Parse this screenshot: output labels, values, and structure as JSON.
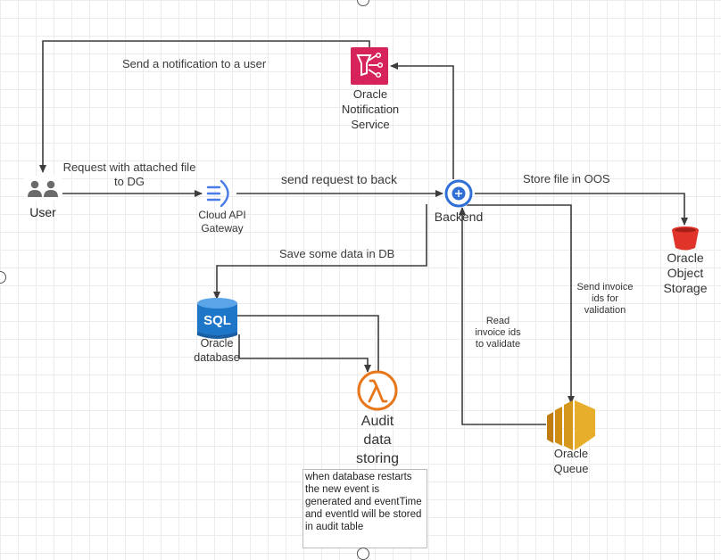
{
  "nodes": {
    "user": "User",
    "gateway": "Cloud API Gateway",
    "backend": "Backend",
    "notification": "Oracle Notification Service",
    "storage": "Oracle Object Storage",
    "database": "Oracle database",
    "database_icon_text": "SQL",
    "audit": "Audit data storing",
    "queue": "Oracle Queue"
  },
  "edges": {
    "notify_user": "Send a notification to a user",
    "request_attached": "Request with attached file to DG",
    "send_to_back": "send request to back",
    "store_oos": "Store file in OOS",
    "save_db": "Save some data in DB",
    "read_ids": "Read invoice ids to validate",
    "send_ids": "Send invoice ids for validation"
  },
  "note": "when database restarts the new event is generated and eventTime and eventId will be stored in audit table",
  "colors": {
    "line": "#3c3c3c",
    "gateway_blue": "#4a7ce8",
    "notification_pink": "#d6245a",
    "storage_red": "#e0332a",
    "sql_blue": "#1e76c8",
    "lambda_orange": "#e8771c",
    "queue_gold": "#d6981c"
  }
}
